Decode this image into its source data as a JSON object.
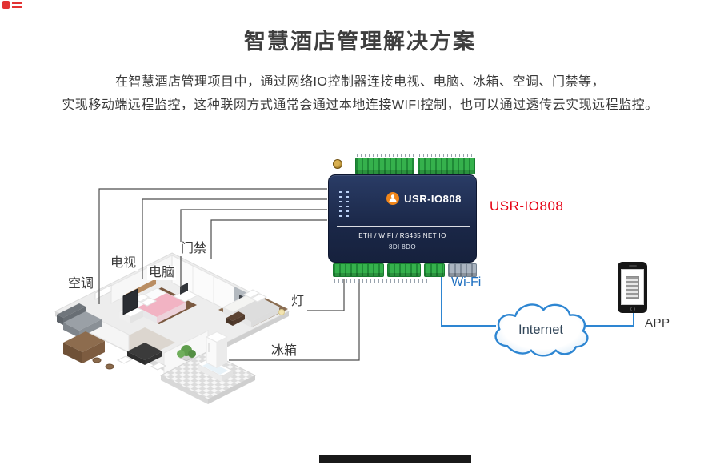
{
  "header": {
    "title": "智慧酒店管理解决方案",
    "description_line1": "在智慧酒店管理项目中，通过网络IO控制器连接电视、电脑、冰箱、空调、门禁等，",
    "description_line2": "实现移动端远程监控，这种联网方式通常会通过本地连接WIFI控制，也可以通过透传云实现远程监控。"
  },
  "device": {
    "model_callout": "USR-IO808",
    "face_model": "USR-IO808",
    "face_interfaces": "ETH / WIFI / RS485 NET IO",
    "face_io": "8DI 8DO"
  },
  "room_labels": {
    "aircon": "空调",
    "tv": "电视",
    "computer": "电脑",
    "door_access": "门禁",
    "lamp": "灯",
    "fridge": "冰箱"
  },
  "network": {
    "wifi": "Wi-Fi",
    "internet": "Internet",
    "app": "APP"
  },
  "colors": {
    "accent_red": "#e60012",
    "accent_blue": "#2e86d2",
    "device_navy": "#1d2b4d",
    "terminal_green": "#35b14c"
  }
}
